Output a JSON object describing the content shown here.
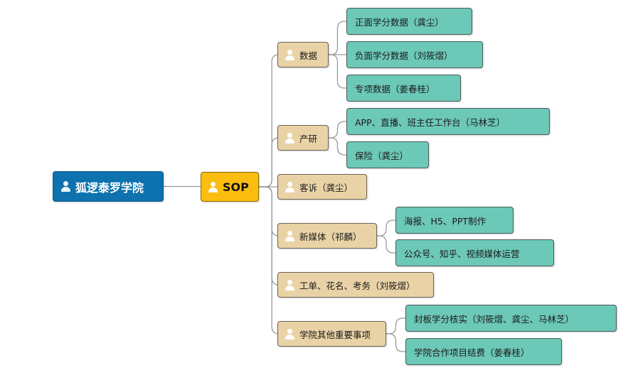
{
  "root": {
    "label": "狐逻泰罗学院",
    "icon": "person-icon"
  },
  "center": {
    "label": "SOP",
    "icon": "person-icon"
  },
  "branches": [
    {
      "label": "数据",
      "icon": "person-icon",
      "children": [
        "正面学分数据（龚尘）",
        "负面学分数据（刘筱熠）",
        "专项数据（姜春桂）"
      ]
    },
    {
      "label": "产研",
      "icon": "person-icon",
      "children": [
        "APP、直播、班主任工作台（马林芝）",
        "保险（龚尘）"
      ]
    },
    {
      "label": "客诉（龚尘）",
      "icon": "person-icon",
      "children": []
    },
    {
      "label": "新媒体（祁麟）",
      "icon": "person-icon",
      "children": [
        "海报、H5、PPT制作",
        "公众号、知乎、视频媒体运营"
      ]
    },
    {
      "label": "工单、花名、考务（刘筱熠）",
      "icon": "person-icon",
      "children": []
    },
    {
      "label": "学院其他重要事项",
      "icon": "person-icon",
      "children": [
        "封板学分核实（刘筱熠、龚尘、马林芝）",
        "学院合作项目结费（姜春桂）"
      ]
    }
  ],
  "colors": {
    "root": "#0d72ad",
    "center": "#fbbd10",
    "branch": "#e9d3a6",
    "leaf": "#6cc8b7",
    "connector": "#9a9a9a"
  }
}
